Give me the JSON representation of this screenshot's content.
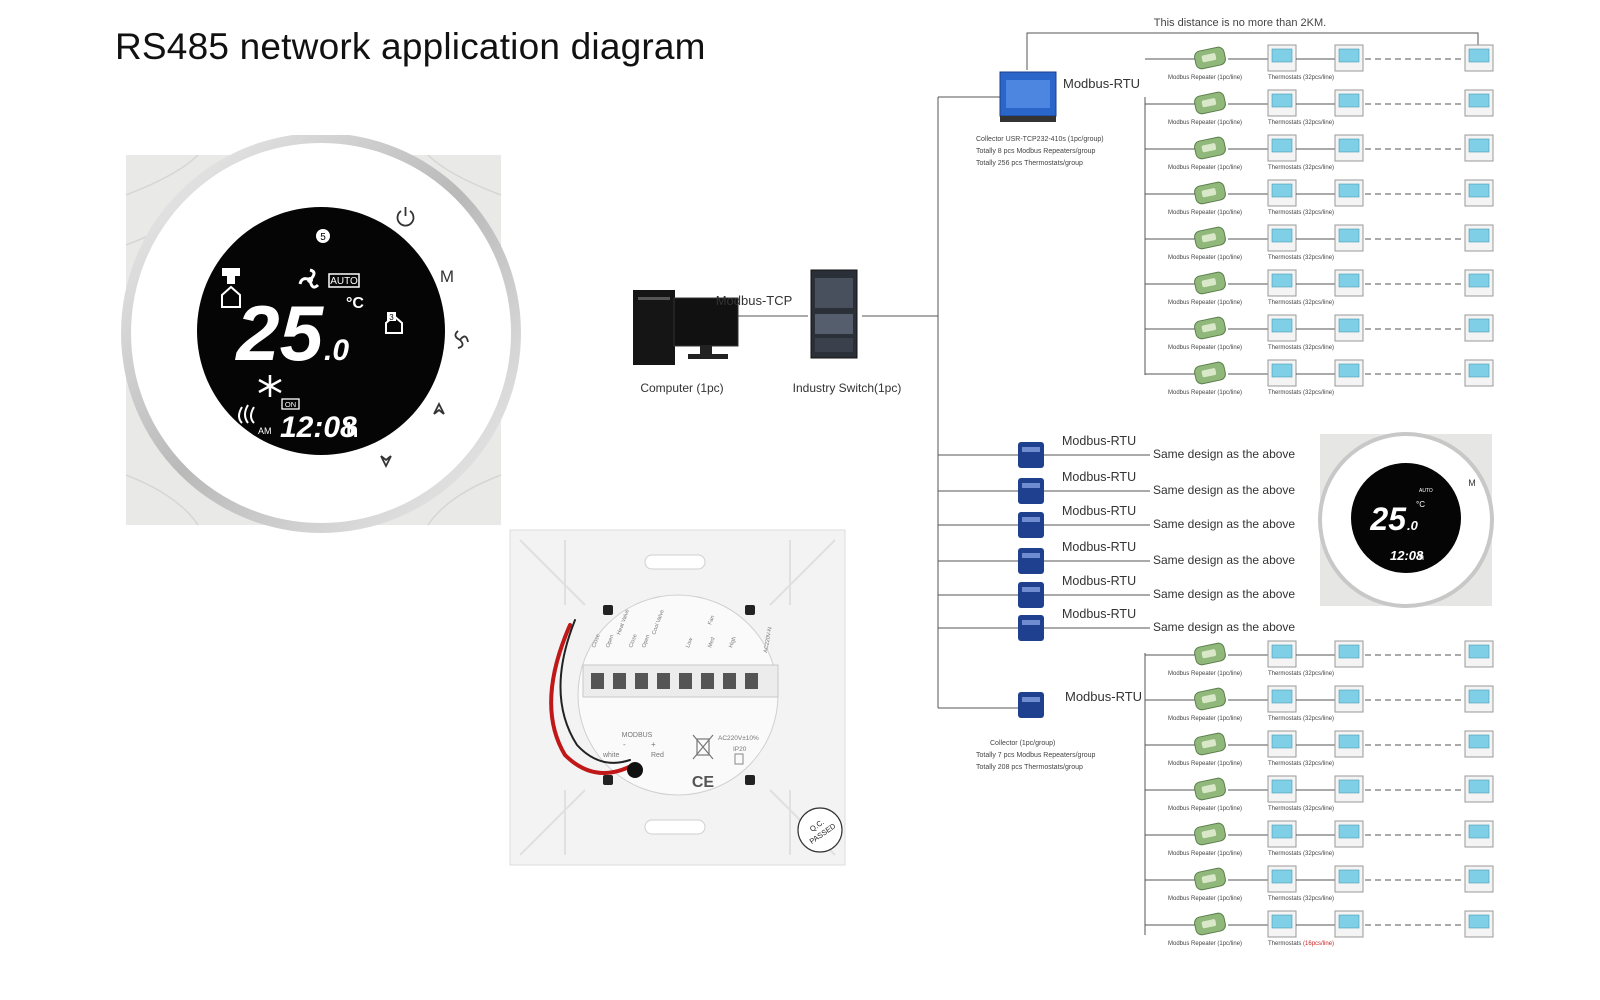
{
  "title": "RS485 network application diagram",
  "front_display": {
    "temperature": "25",
    "temperature_decimal": ".0",
    "unit": "°C",
    "clock": "12:08",
    "clock_suffix": "h",
    "am": "AM",
    "on_badge": "ON",
    "auto_badge": "AUTO",
    "mode_number": "5",
    "period_number": "3",
    "button_m": "M"
  },
  "back_panel": {
    "terminal_labels": [
      "Close",
      "Open",
      "Heat Valve",
      "Close",
      "Open",
      "Cool Valve",
      "Low",
      "Med",
      "High",
      "Fan",
      "AC220V-N"
    ],
    "modbus_label": "MODBUS",
    "wire_minus": "-",
    "wire_plus": "+",
    "wire_white": "white",
    "wire_red": "Red",
    "voltage": "AC220V±10%",
    "ip_rating": "IP20",
    "ce": "CE",
    "qc_stamp": [
      "Q.C.",
      "PASSED"
    ]
  },
  "network": {
    "distance_note": "This distance is no more than 2KM.",
    "computer_label": "Computer (1pc)",
    "switch_label": "Industry Switch(1pc)",
    "tcp_label": "Modbus-TCP",
    "rtu_label": "Modbus-RTU",
    "collector1_lines": [
      "Collector USR-TCP232-410s (1pc/group)",
      "Totally 8 pcs Modbus Repeaters/group",
      "Totally 256 pcs Thermostats/group"
    ],
    "collector2_lines": [
      "Collector (1pc/group)",
      "Totally 7 pcs Modbus Repeaters/group",
      "Totally 208 pcs Thermostats/group"
    ],
    "repeater_caption": "Modbus Repeater (1pc/line)",
    "thermostat_caption": "Thermostats (32pcs/line)",
    "thermostat_caption_last_prefix": "Thermostats ",
    "thermostat_caption_last_count": "(16pcs/line)",
    "same_design": "Same design as the above",
    "top_group_rows": 8,
    "bottom_group_rows": 7,
    "middle_collectors": 6,
    "colors": {
      "line": "#555555",
      "repeater_body": "#8fb87a",
      "thermo_screen": "#7fd0e6",
      "collector_blue": "#1f3f8f",
      "highlight_red": "#cc2222"
    }
  }
}
